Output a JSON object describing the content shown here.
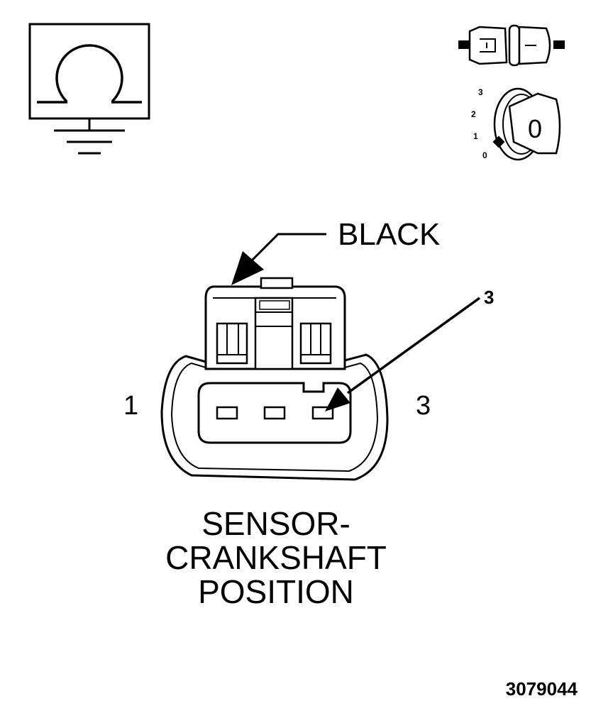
{
  "diagram": {
    "connector_color_label": "BLACK",
    "pin_left_label": "1",
    "pin_right_label": "3",
    "callout_pin_label": "3",
    "title_lines": [
      "SENSOR-",
      "CRANKSHAFT",
      "POSITION"
    ],
    "figure_number": "3079044"
  },
  "icons": {
    "ohmmeter": "ohmmeter-ground-icon",
    "connector": "disconnected-connector-icon",
    "ignition": "ignition-key-off-icon"
  },
  "ignition_key": {
    "positions": [
      "3",
      "2",
      "1",
      "0"
    ],
    "current_position": "0"
  },
  "colors": {
    "ink": "#000000",
    "paper": "#ffffff"
  }
}
